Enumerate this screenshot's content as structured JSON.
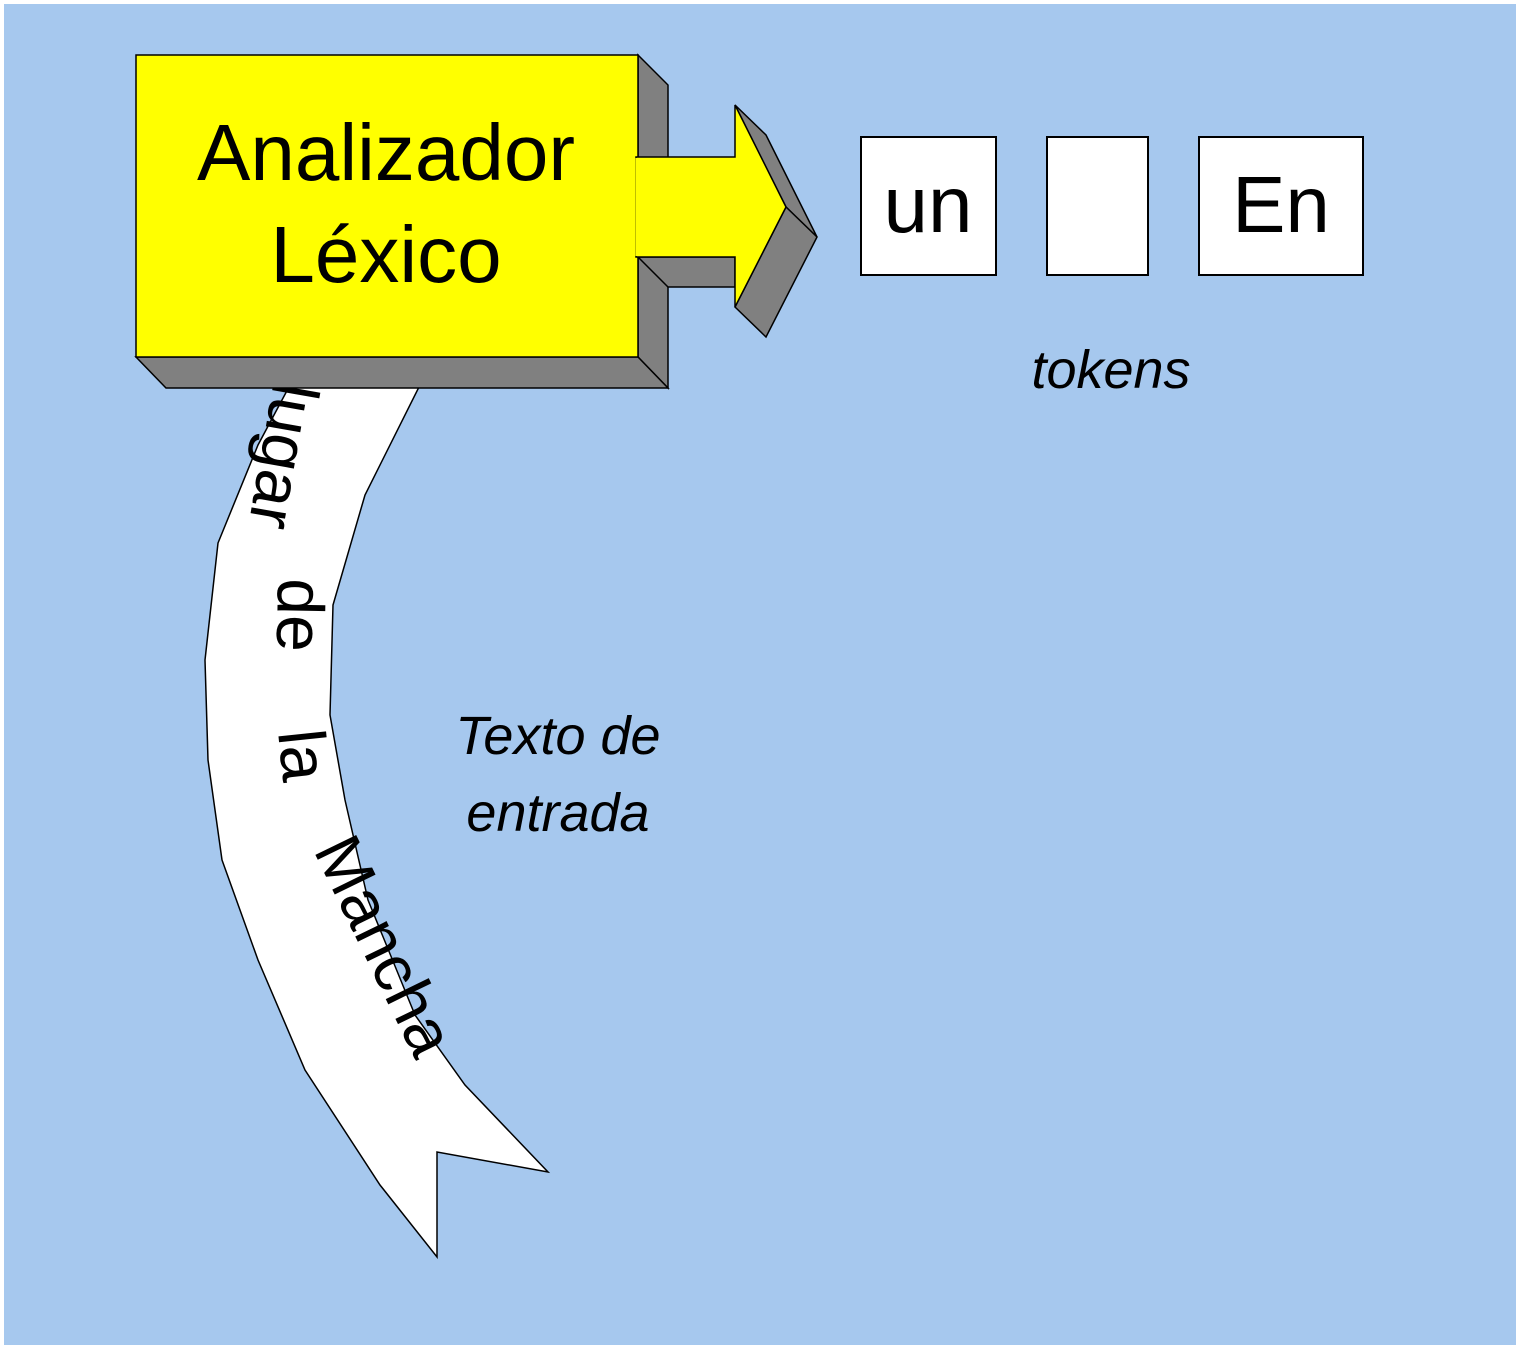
{
  "colors": {
    "background": "#a6c8ee",
    "analyzer_face": "#ffff00",
    "shadow": "#808080",
    "ribbon": "#ffffff",
    "token_box": "#ffffff"
  },
  "analyzer": {
    "line1": "Analizador",
    "line2": "Léxico"
  },
  "tokens": {
    "items": [
      "un",
      "",
      "En"
    ],
    "caption": "tokens"
  },
  "input": {
    "caption_line1": "Texto de",
    "caption_line2": "entrada",
    "ribbon_words": [
      "lugar",
      "de",
      "la",
      "Mancha"
    ]
  }
}
